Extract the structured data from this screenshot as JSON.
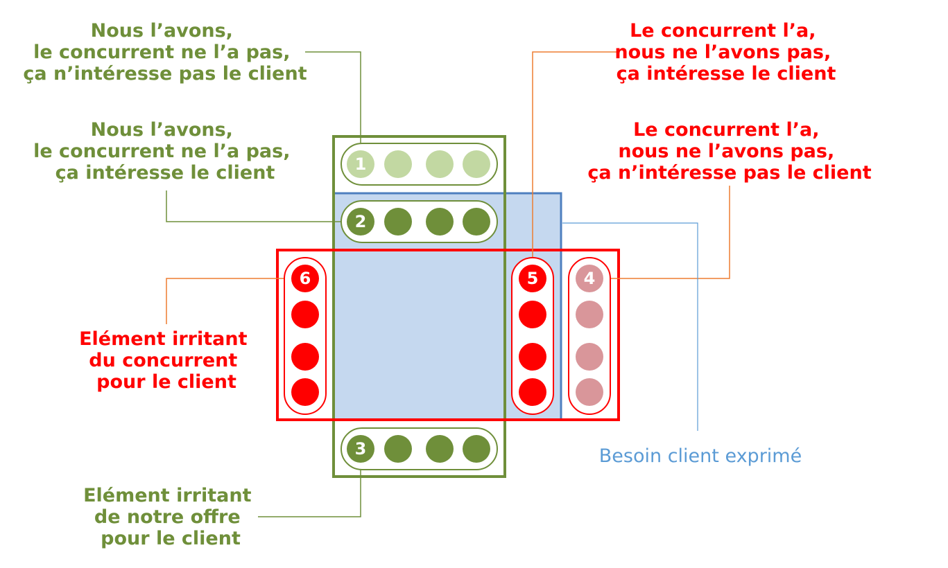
{
  "colors": {
    "green_dark": "#6f8f3a",
    "green_light": "#c2d8a2",
    "red": "#ff0000",
    "red_light": "#d9969a",
    "blue_fill": "#c5d8ef",
    "blue_border": "#4e7fbf",
    "blue_text": "#5b9bd5",
    "orange_line": "#ed7d31"
  },
  "labels": {
    "top_left": [
      "Nous l’avons,",
      "le concurrent ne l’a pas,",
      "ça n’intéresse pas le client"
    ],
    "mid_left": [
      "Nous l’avons,",
      "le concurrent ne l’a pas,",
      "ça intéresse le client"
    ],
    "top_right": [
      "Le concurrent l’a,",
      "nous ne l’avons pas,",
      "ça intéresse le client"
    ],
    "mid_right": [
      "Le concurrent l’a,",
      "nous ne l’avons pas,",
      "ça n’intéresse pas le client"
    ],
    "irritant_concurrent": [
      "Elément irritant",
      "du concurrent",
      "pour le client"
    ],
    "irritant_notre": [
      "Elément irritant",
      "de notre offre",
      "pour le client"
    ],
    "besoin": "Besoin client exprimé"
  },
  "groups": {
    "g1": "1",
    "g2": "2",
    "g3": "3",
    "g4": "4",
    "g5": "5",
    "g6": "6"
  }
}
